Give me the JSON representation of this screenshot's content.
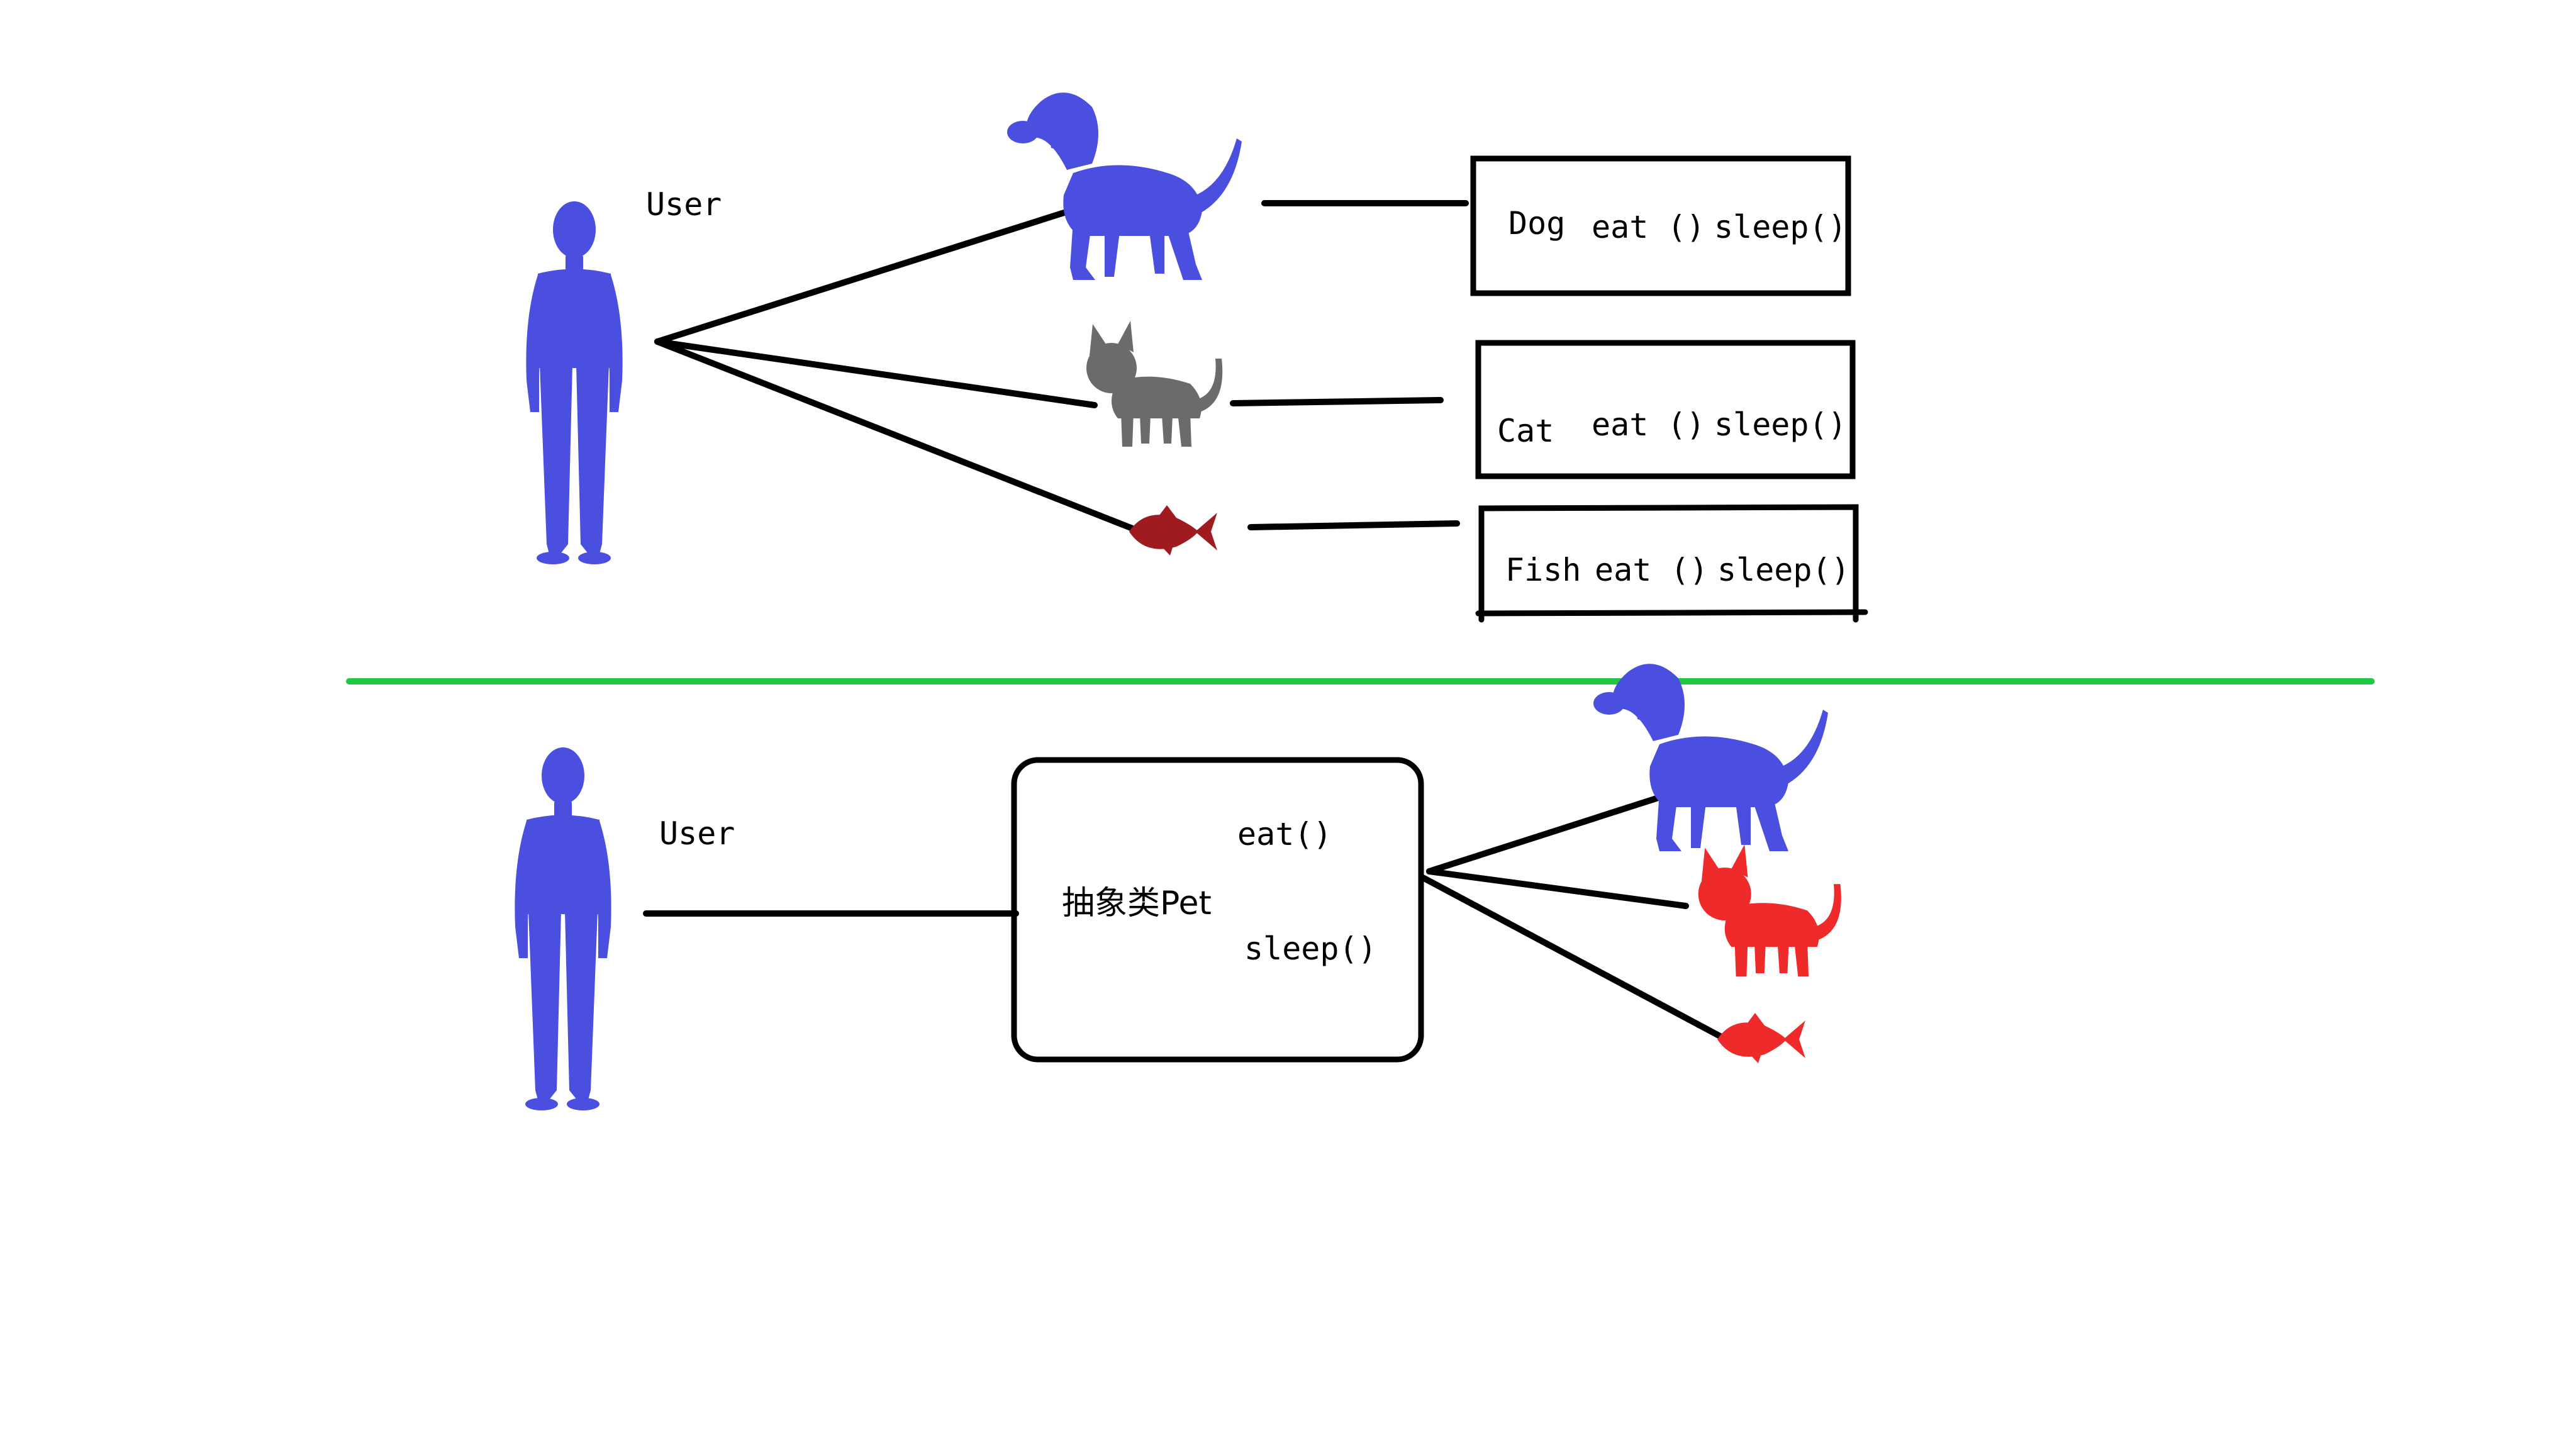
{
  "colors": {
    "background": "#ffffff",
    "line": "#000000",
    "divider": "#22c744",
    "user_figure": "#4b4fe0",
    "dog": "#4b4fe0",
    "cat_gray": "#6b6b6b",
    "fish_dark_red": "#a01b1f",
    "cat_red": "#ef2a2a",
    "fish_red": "#ef2a2a"
  },
  "top_section": {
    "user_label": "User",
    "icons": [
      "person-icon",
      "dog-icon",
      "cat-icon",
      "fish-icon"
    ],
    "classes": [
      {
        "name": "Dog",
        "method1": "eat ()",
        "method2": "sleep()"
      },
      {
        "name": "Cat",
        "method1": "eat ()",
        "method2": "sleep()"
      },
      {
        "name": "Fish",
        "method1": "eat ()",
        "method2": "sleep()"
      }
    ]
  },
  "bottom_section": {
    "user_label": "User",
    "abstract_class": {
      "name": "抽象类Pet",
      "method1": "eat()",
      "method2": "sleep()"
    },
    "icons": [
      "person-icon",
      "dog-icon",
      "cat-icon",
      "fish-icon"
    ]
  }
}
